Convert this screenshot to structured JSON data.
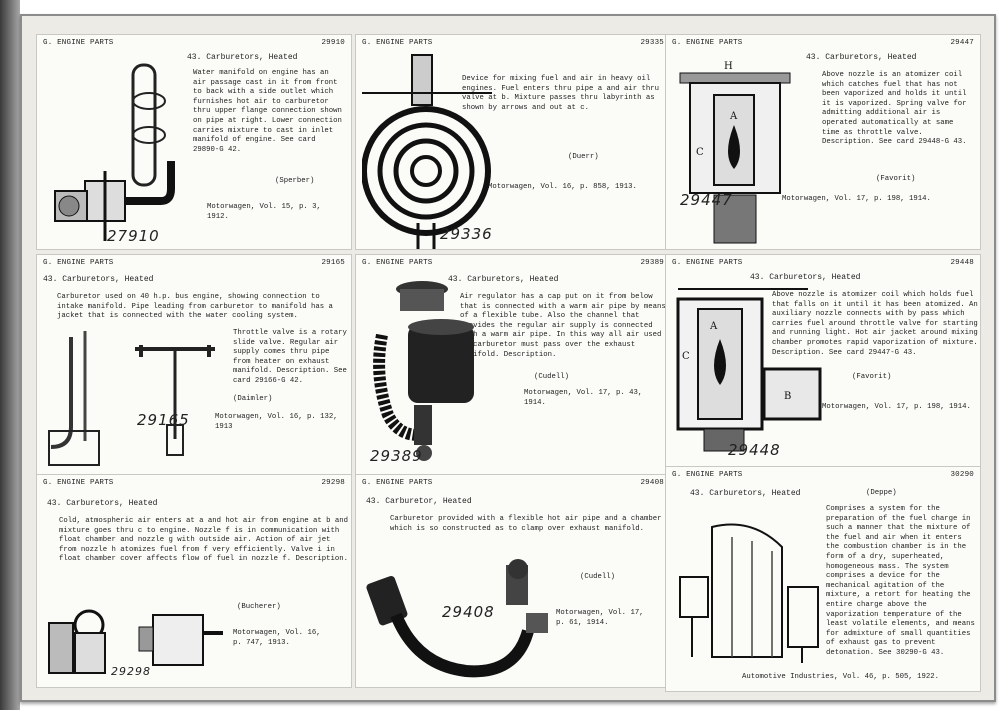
{
  "category": "G. ENGINE PARTS",
  "cards": [
    {
      "id": "29910",
      "title": "43. Carburetors, Heated",
      "desc": "Water manifold on engine has an air passage cast in it from front to back with a side outlet which furnishes hot air to carburetor thru upper flange connection shown on pipe at right. Lower connection carries mixture to cast in inlet manifold of engine. See card 29890-G 42.",
      "maker": "(Sperber)",
      "source": "Motorwagen, Vol. 15, p. 3, 1912.",
      "fig": "27910"
    },
    {
      "id": "29335",
      "title": "",
      "desc": "Device for mixing fuel and air in heavy oil engines. Fuel enters thru pipe a and air thru valve at b. Mixture passes thru labyrinth as shown by arrows and out at c.",
      "maker": "(Duerr)",
      "source": "Motorwagen, Vol. 16, p. 858, 1913.",
      "fig": "29336"
    },
    {
      "id": "29447",
      "title": "43. Carburetors, Heated",
      "desc": "Above nozzle is an atomizer coil which catches fuel that has not been vaporized and holds it until it is vaporized. Spring valve for admitting additional air is operated automatically at same time as throttle valve. Description. See card 29448-G 43.",
      "maker": "(Favorit)",
      "source": "Motorwagen, Vol. 17, p. 198, 1914.",
      "fig": "29447"
    },
    {
      "id": "29165",
      "title": "43. Carburetors, Heated",
      "desc": "Carburetor used on 40 h.p. bus engine, showing connection to intake manifold. Pipe leading from carburetor to manifold has a jacket that is connected with the water cooling system.",
      "desc2": "Throttle valve is a rotary slide valve. Regular air supply comes thru pipe from heater on exhaust manifold. Description. See card 29166-G 42.",
      "maker": "(Daimler)",
      "source": "Motorwagen, Vol. 16, p. 132, 1913",
      "fig": "29165"
    },
    {
      "id": "29389",
      "title": "43. Carburetors, Heated",
      "desc": "Air regulator has a cap put on it from below that is connected with a warm air pipe by means of a flexible tube. Also the channel that provides the regular air supply is connected with a warm air pipe. In this way all air used in carburetor must pass over the exhaust manifold. Description.",
      "maker": "(Cudell)",
      "source": "Motorwagen, Vol. 17, p. 43, 1914.",
      "fig": "29389"
    },
    {
      "id": "29448",
      "title": "43. Carburetors, Heated",
      "desc": "Above nozzle is atomizer coil which holds fuel that falls on it until it has been atomized. An auxiliary nozzle connects with by pass which carries fuel around throttle valve for starting and running light. Hot air jacket around mixing chamber promotes rapid vaporization of mixture. Description. See card 29447-G 43.",
      "maker": "(Favorit)",
      "source": "Motorwagen, Vol. 17, p. 198, 1914.",
      "fig": "29448"
    },
    {
      "id": "29298",
      "title": "43. Carburetors, Heated",
      "desc": "Cold, atmospheric air enters at a and hot air from engine at b and mixture goes thru c to engine. Nozzle f is in communication with float chamber and nozzle g with outside air. Action of air jet from nozzle h atomizes fuel from f very efficiently. Valve i in float chamber cover affects flow of fuel in nozzle f. Description.",
      "maker": "(Bucherer)",
      "source": "Motorwagen, Vol. 16,\np. 747, 1913.",
      "fig": "29298"
    },
    {
      "id": "29408",
      "title": "43. Carburetor, Heated",
      "desc": "Carburetor provided with a flexible hot air pipe and a chamber which is so constructed as to clamp over exhaust manifold.",
      "maker": "(Cudell)",
      "source": "Motorwagen, Vol. 17,\np. 61, 1914.",
      "fig": "29408"
    },
    {
      "id": "30290",
      "title": "43. Carburetors, Heated",
      "desc": "Comprises a system for the preparation of the fuel charge in such a manner that the mixture of the fuel and air when it enters the combustion chamber is in the form of a dry, superheated, homogeneous mass. The system comprises a device for the mechanical agitation of the mixture, a retort for heating the entire charge above the vaporization temperature of the least volatile elements, and means for admixture of small quantities of exhaust gas to prevent detonation. See 30290-G 43.",
      "maker": "(Deppe)",
      "source": "Automotive Industries, Vol. 46, p. 505, 1922.",
      "fig": ""
    }
  ]
}
